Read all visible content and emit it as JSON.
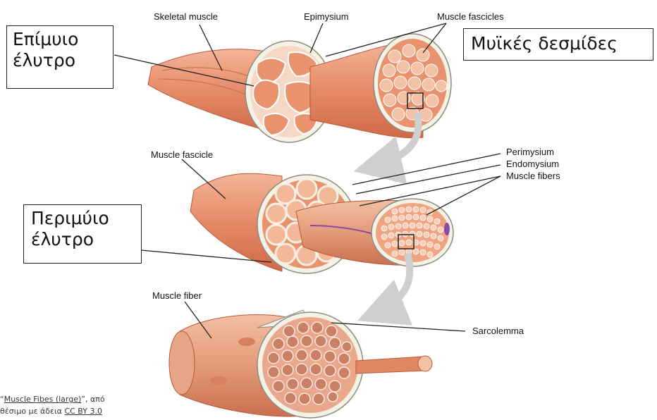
{
  "labels": {
    "skeletal_muscle": "Skeletal muscle",
    "epimysium": "Epimysium",
    "muscle_fascicles": "Muscle fascicles",
    "muscle_fascicle": "Muscle fascicle",
    "perimysium": "Perimysium",
    "endomysium": "Endomysium",
    "muscle_fibers": "Muscle fibers",
    "muscle_fiber": "Muscle fiber",
    "sarcolemma": "Sarcolemma"
  },
  "greek": {
    "epimyio_line1": "Επίμυιο",
    "epimyio_line2": "έλυτρο",
    "fascicles": "Μυϊκές δεσμίδες",
    "perimyio_line1": "Περιμύιο",
    "perimyio_line2": "έλυτρο"
  },
  "credit": {
    "line1_link": "Muscle Fibes (large)",
    "line1_rest": "”, από",
    "line2_text": "θέσιμο με άδεια ",
    "license_link": "CC BY 3.0"
  },
  "colors": {
    "muscle_light": "#f2b08f",
    "muscle_mid": "#e38866",
    "muscle_dark": "#c8603f",
    "sheath": "#f4f1e6",
    "arrow": "#cfcfcf"
  }
}
